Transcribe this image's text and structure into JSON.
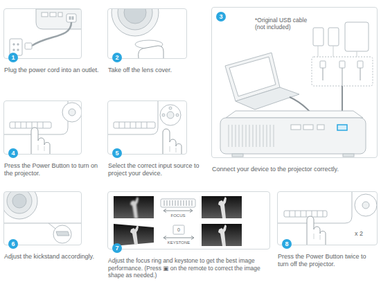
{
  "diagram": {
    "nodes": [
      {
        "text": [
          "Plug the power cord into an outlet."
        ]
      },
      {
        "text": [
          "1"
        ],
        "in": 0
      },
      {
        "text": [
          "Take off the lens cover."
        ]
      },
      {
        "text": [
          "2"
        ],
        "in": 2
      },
      {
        "text": [
          "Connect your device to the projector correctly."
        ]
      },
      {
        "text": [
          "3"
        ],
        "in": 4
      },
      {
        "text": [
          "Press the Power Button to turn on the projector."
        ]
      },
      {
        "text": [
          "4"
        ],
        "in": 6
      },
      {
        "text": [
          "Select the correct input source to project your device."
        ]
      },
      {
        "text": [
          "5"
        ],
        "in": 8
      },
      {
        "text": [
          "Adjust the kickstand accordingly."
        ]
      },
      {
        "text": [
          "6"
        ],
        "in": 10
      },
      {
        "text": [
          "Adjust the focus ring and keystone to get the best image performance. (Press ▣ on the remote to correct the image shape as needed.)"
        ]
      },
      {
        "text": [
          "7"
        ],
        "in": 12
      },
      {
        "text": [
          "Press the Power Button twice to turn off the projector."
        ]
      },
      {
        "text": [
          "8"
        ],
        "in": 14
      }
    ],
    "labels": [
      "*Original USB cable (not included)",
      "FOCUS",
      "0",
      "KEYSTONE",
      "x 2"
    ]
  }
}
